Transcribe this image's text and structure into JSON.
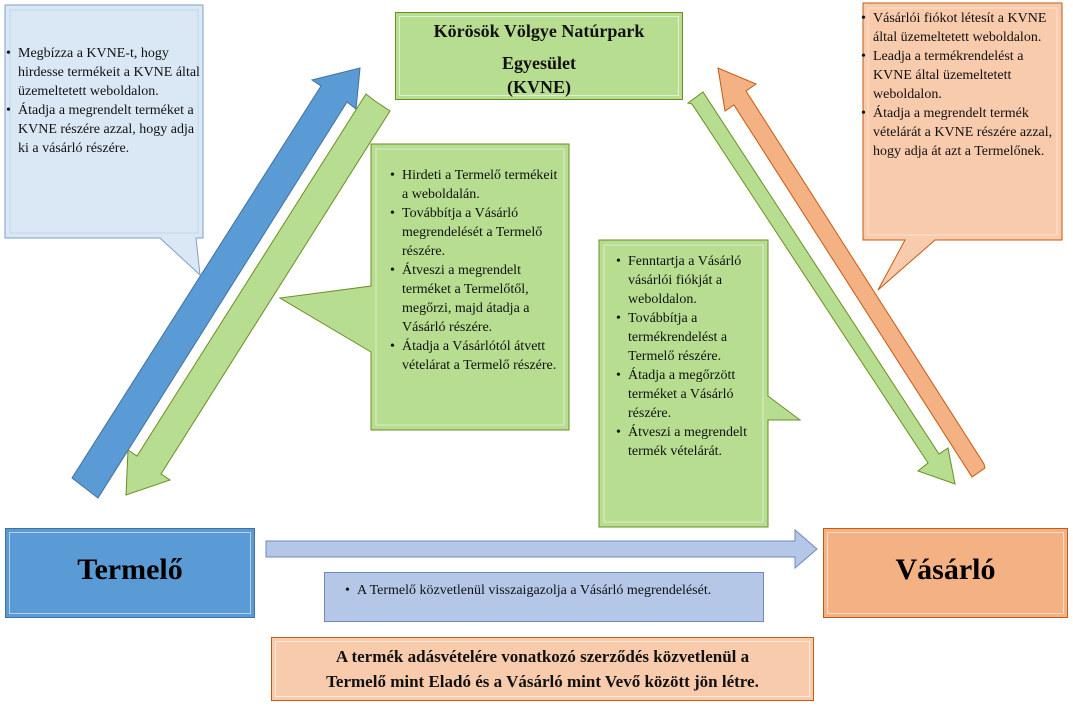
{
  "nodes": {
    "kvne": {
      "title_line1": "Körösök Völgye Natúrpark",
      "title_line2": "Egyesület",
      "title_line3": "(KVNE)"
    },
    "termelo": {
      "title": "Termelő"
    },
    "vasarlo": {
      "title": "Vásárló"
    }
  },
  "callouts": {
    "producer": {
      "items": [
        "Megbízza a KVNE-t, hogy hirdesse termékeit a KVNE által üzemeltetett weboldalon.",
        "Átadja a megrendelt terméket a KVNE részére azzal, hogy adja ki a vásárló részére."
      ]
    },
    "kvne_to_producer": {
      "items": [
        "Hirdeti a Termelő termékeit a weboldalán.",
        "Továbbítja a Vásárló megrendelését a Termelő részére.",
        "Átveszi a megrendelt terméket a Termelőtől, megőrzi, majd átadja a Vásárló részére.",
        "Átadja a Vásárlótól átvett vételárat a Termelő részére."
      ]
    },
    "kvne_to_buyer": {
      "items": [
        "Fenntartja a Vásárló vásárlói fiókját a weboldalon.",
        "Továbbítja a termékrendelést a Termelő részére.",
        "Átadja a megőrzött terméket a Vásárló részére.",
        "Átveszi a megrendelt termék vételárát."
      ]
    },
    "buyer": {
      "items": [
        "Vásárlói fiókot létesít a KVNE által üzemeltetett weboldalon.",
        "Leadja a termékrendelést a KVNE által üzemeltetett weboldalon.",
        "Átadja a megrendelt termék vételárát a KVNE részére azzal, hogy adja át azt a Termelőnek."
      ]
    },
    "direct": {
      "items": [
        "A Termelő közvetlenül visszaigazolja a Vásárló megrendelését."
      ]
    }
  },
  "footer": {
    "line1": "A termék adásvételére vonatkozó szerződés közvetlenül a",
    "line2": "Termelő mint Eladó és a Vásárló mint Vevő között jön létre."
  },
  "colors": {
    "blue": "#5b9bd5",
    "light_blue": "#dae8f6",
    "green": "#b7dd90",
    "peach": "#f4b183",
    "light_peach": "#f8cbad",
    "lavender": "#b4c7e7"
  }
}
